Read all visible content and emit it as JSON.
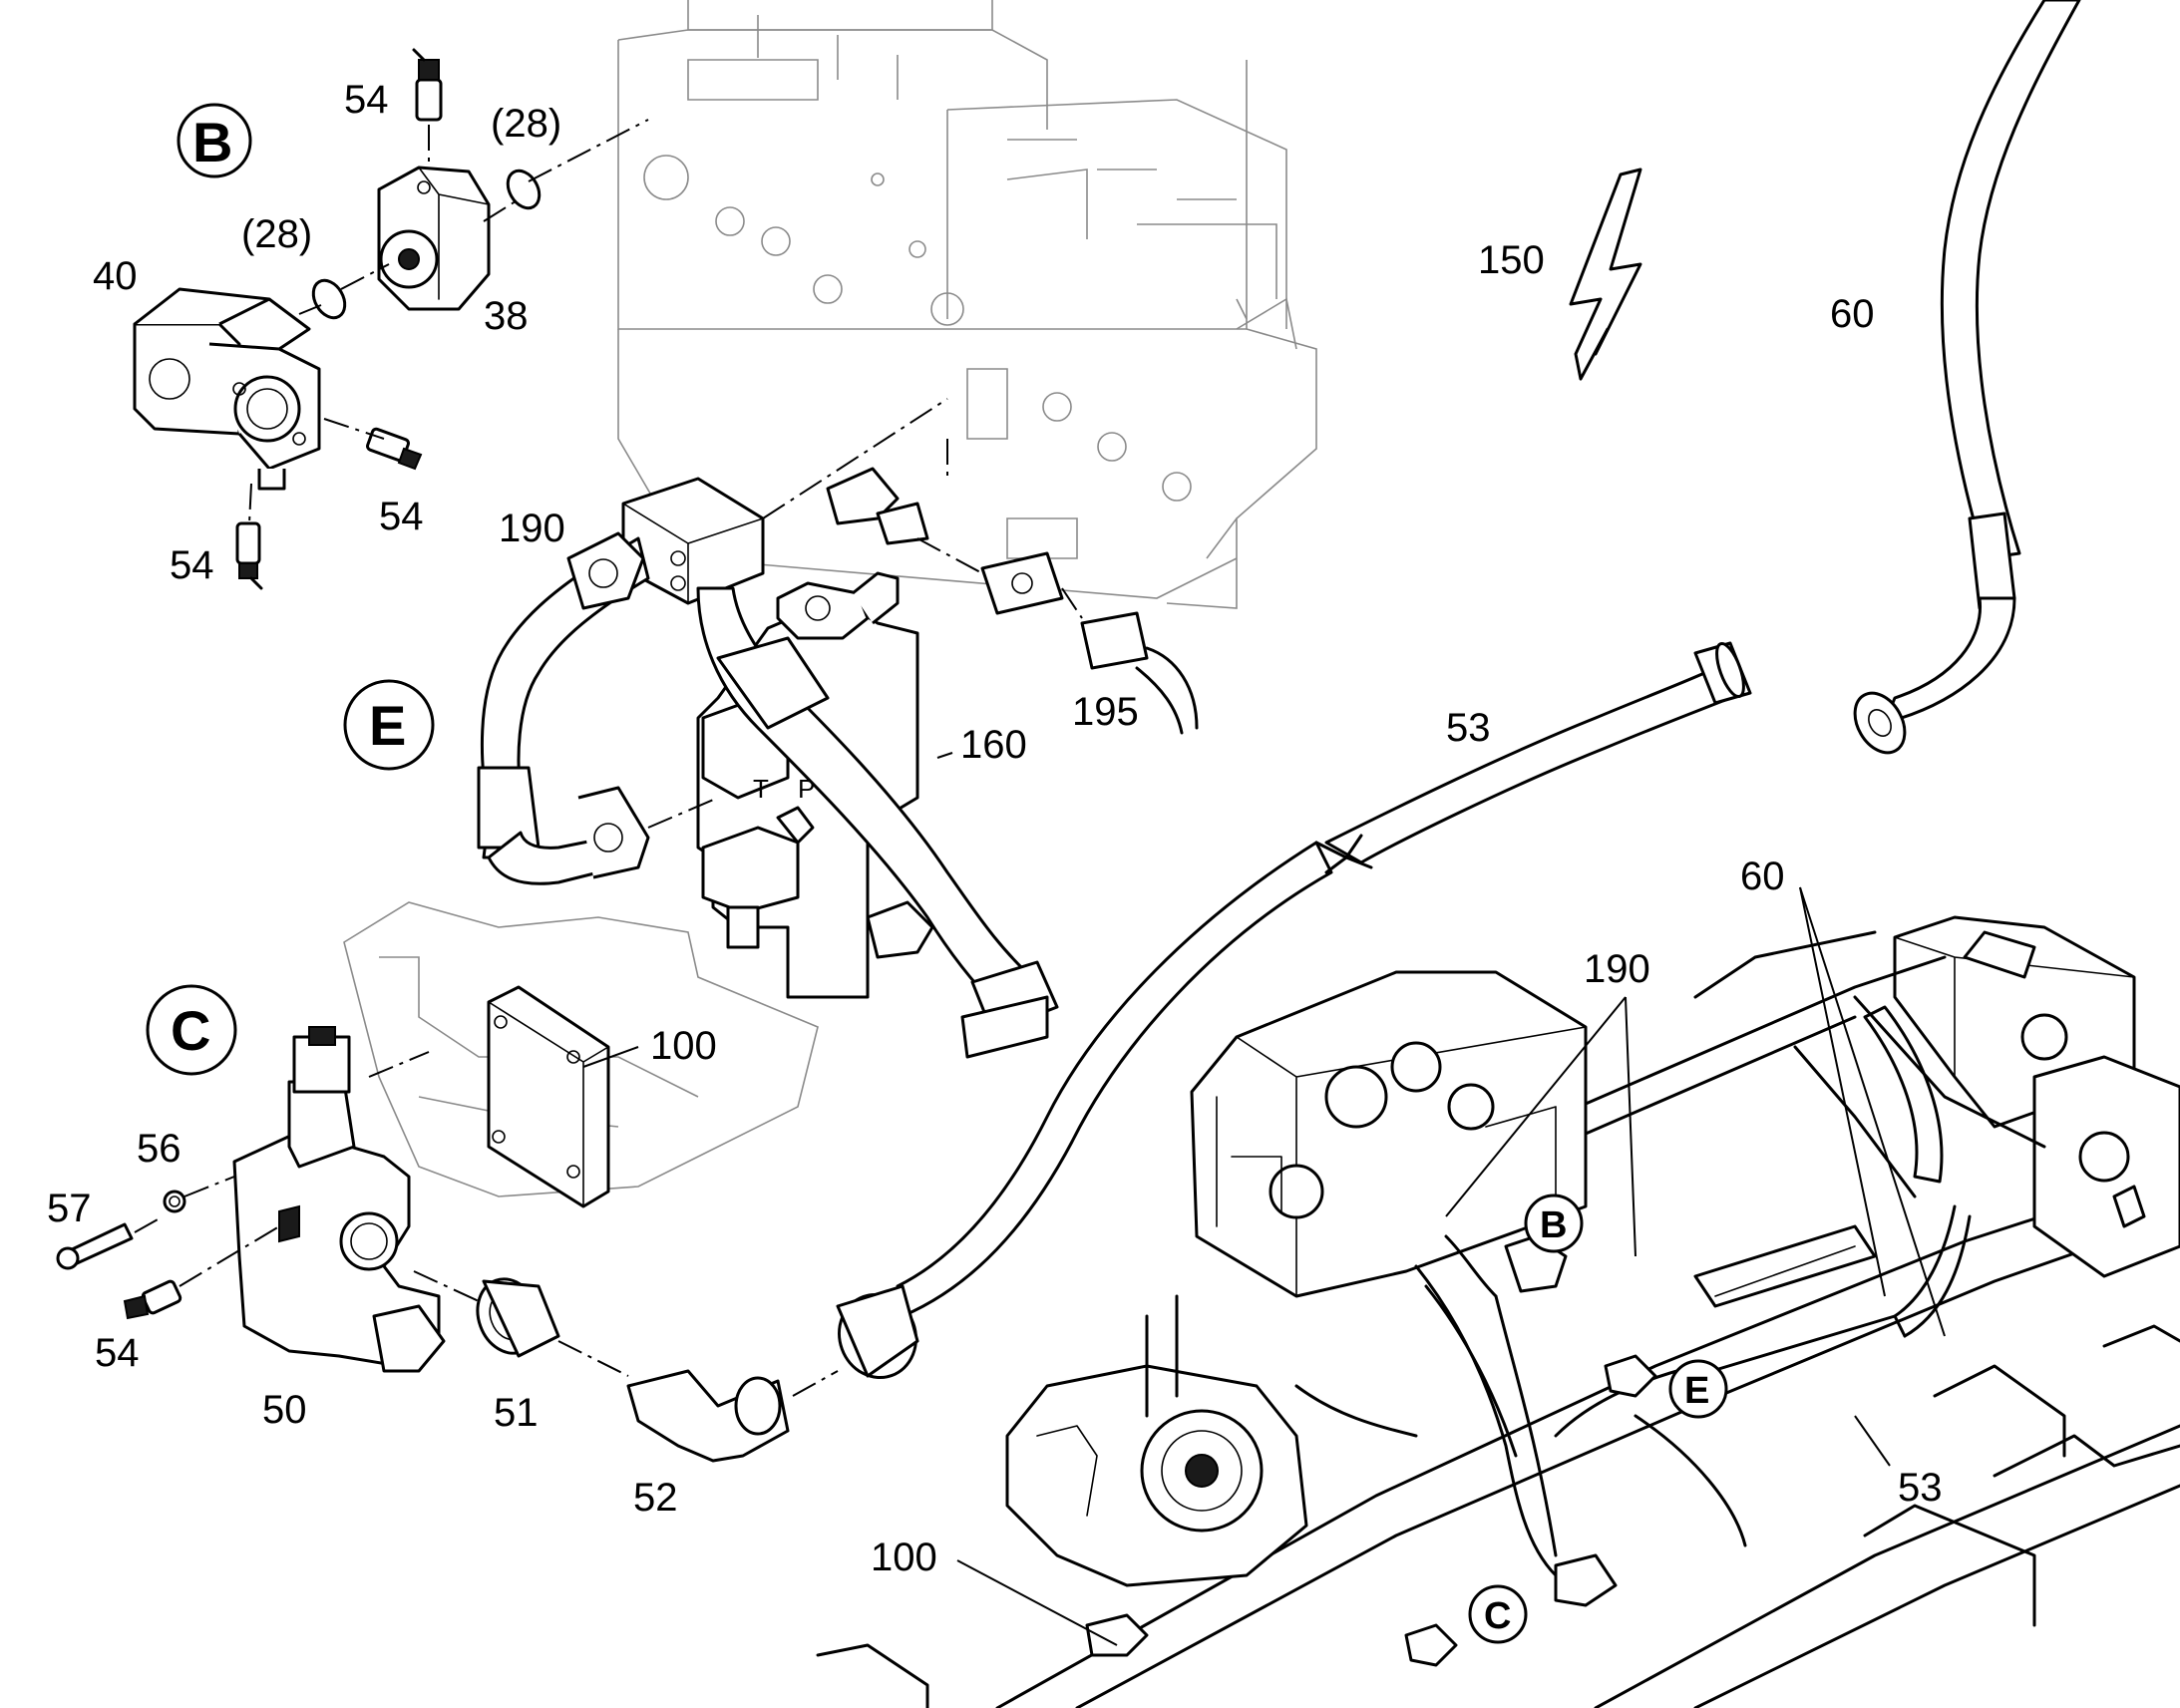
{
  "views": {
    "b": "B",
    "c": "C",
    "e": "E",
    "b_small": "B",
    "c_small": "C",
    "e_small": "E"
  },
  "labels": {
    "p54_top": "54",
    "p28_top": "(28)",
    "p28_left": "(28)",
    "p40": "40",
    "p38": "38",
    "p54_mid": "54",
    "p54_left": "54",
    "p190": "190",
    "p195": "195",
    "p160": "160",
    "p150": "150",
    "p60_top": "60",
    "p53_top": "53",
    "p100_top": "100",
    "p56": "56",
    "p57": "57",
    "p54_bottom": "54",
    "p50": "50",
    "p51": "51",
    "p52": "52",
    "p60_right": "60",
    "p190_right": "190",
    "p53_bottom": "53",
    "p100_bottom": "100"
  },
  "icons": [
    "lightning-bolt-icon"
  ]
}
